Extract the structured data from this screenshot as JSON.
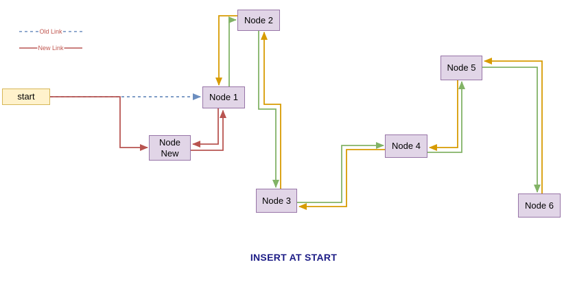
{
  "title": "INSERT AT START",
  "legend": {
    "old_link_label": "Old Link",
    "new_link_label": "New Link"
  },
  "nodes": {
    "start": "start",
    "node_new": "Node New",
    "node1": "Node 1",
    "node2": "Node 2",
    "node3": "Node 3",
    "node4": "Node 4",
    "node5": "Node 5",
    "node6": "Node 6"
  },
  "edges": [
    {
      "from": "start",
      "to": "Node 1",
      "type": "old-link"
    },
    {
      "from": "start",
      "to": "Node New",
      "type": "new-link"
    },
    {
      "from": "Node New",
      "to": "Node 1",
      "type": "new-link"
    },
    {
      "from": "Node 1",
      "to": "Node New",
      "type": "new-link"
    },
    {
      "from": "Node 1",
      "to": "Node 2",
      "type": "next-link"
    },
    {
      "from": "Node 2",
      "to": "Node 1",
      "type": "prev-link"
    },
    {
      "from": "Node 2",
      "to": "Node 3",
      "type": "next-link"
    },
    {
      "from": "Node 3",
      "to": "Node 2",
      "type": "prev-link"
    },
    {
      "from": "Node 3",
      "to": "Node 4",
      "type": "next-link"
    },
    {
      "from": "Node 4",
      "to": "Node 3",
      "type": "prev-link"
    },
    {
      "from": "Node 4",
      "to": "Node 5",
      "type": "next-link"
    },
    {
      "from": "Node 5",
      "to": "Node 4",
      "type": "prev-link"
    },
    {
      "from": "Node 5",
      "to": "Node 6",
      "type": "next-link"
    },
    {
      "from": "Node 6",
      "to": "Node 5",
      "type": "prev-link"
    }
  ],
  "colors": {
    "old_link": "#6C8EBF",
    "new_link": "#B85450",
    "next_link": "#82B366",
    "prev_link": "#D79B00",
    "node_fill": "#E1D5E7",
    "node_border": "#9673A6",
    "start_fill": "#FFF2CC",
    "start_border": "#D6B656",
    "title_text": "#1C1C86",
    "legend_text": "#C0564F",
    "node_text": "#000000"
  }
}
